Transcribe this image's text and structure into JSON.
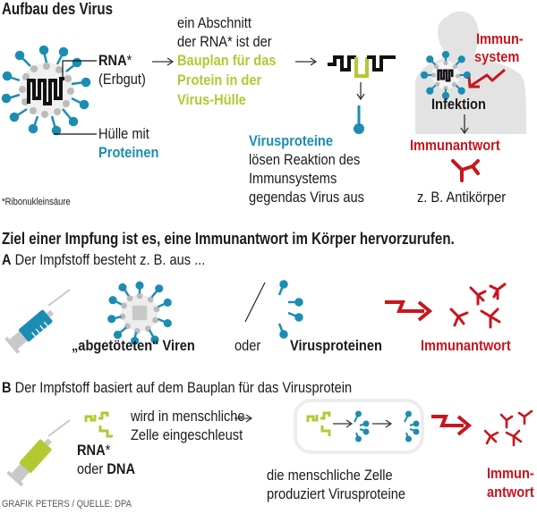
{
  "section1": {
    "title": "Aufbau des Virus",
    "rna_label": "RNA",
    "rna_star": "*",
    "rna_sub": "(Erbgut)",
    "huelle_line1": "Hülle mit",
    "huelle_line2": "Proteinen",
    "blueprint_line1": "ein Abschnitt",
    "blueprint_line2": "der RNA* ist der",
    "blueprint_hl1": "Bauplan für das",
    "blueprint_hl2": "Protein in der",
    "blueprint_hl3": "Virus-Hülle",
    "virusproteine_title": "Virusproteine",
    "virusproteine_l1": "lösen Reaktion des",
    "virusproteine_l2": "Immunsystems",
    "virusproteine_l3": "gegendas Virus aus",
    "footnote": "*Ribonukleinsäure",
    "immunsystem_l1": "Immun-",
    "immunsystem_l2": "system",
    "infektion": "Infektion",
    "immunantwort": "Immunantwort",
    "antikoerper": "z. B. Antikörper"
  },
  "section2": {
    "headline": "Ziel einer Impfung ist es, eine Immunantwort im Körper hervorzurufen.",
    "a_letter": "A",
    "a_text": "Der Impfstoff besteht z. B. aus ...",
    "a_killed": "„abgetöteten“ Viren",
    "a_or": "oder",
    "a_proteins": "Virusproteinen",
    "a_response": "Immunantwort",
    "b_letter": "B",
    "b_text": "Der Impfstoff basiert auf dem Bauplan für das Virusprotein",
    "b_rna": "RNA",
    "b_rna_star": "*",
    "b_or": "oder ",
    "b_dna": "DNA",
    "b_inject_l1": "wird in menschliche",
    "b_inject_l2": "Zelle eingeschleust",
    "b_cell_l1": "die menschliche Zelle",
    "b_cell_l2": "produziert Virusproteine",
    "b_response_l1": "Immun-",
    "b_response_l2": "antwort"
  },
  "credit": "GRAFIK PETERS / QUELLE: DPA",
  "colors": {
    "teal": "#1b8db3",
    "lime": "#b4c832",
    "red": "#c8161e",
    "grey_body": "#e3e3e3",
    "text": "#1a1a1a"
  }
}
